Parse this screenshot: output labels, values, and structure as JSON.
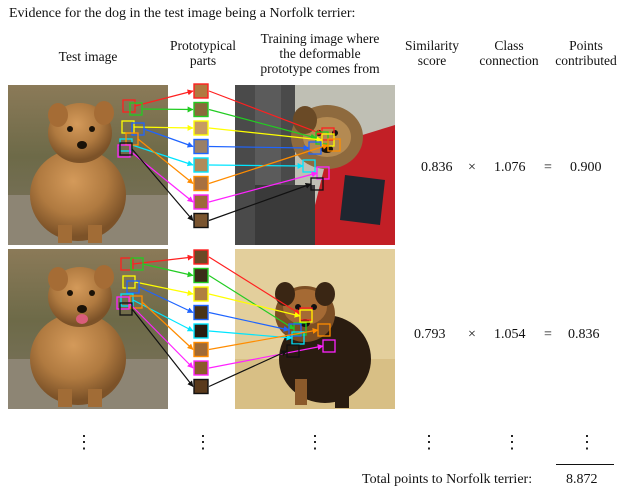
{
  "caption": "Evidence for the dog in the test image being a Norfolk terrier:",
  "headers": {
    "test_image": "Test image",
    "prototypical_parts": [
      "Prototypical",
      "parts"
    ],
    "training_image": [
      "Training image where",
      "the deformable",
      "prototype comes from"
    ],
    "similarity": [
      "Similarity",
      "score"
    ],
    "class_connection": [
      "Class",
      "connection"
    ],
    "points": [
      "Points",
      "contributed"
    ]
  },
  "rows": [
    {
      "similarity": "0.836",
      "times": "×",
      "connection": "1.076",
      "equals": "=",
      "points": "0.900"
    },
    {
      "similarity": "0.793",
      "times": "×",
      "connection": "1.054",
      "equals": "=",
      "points": "0.836"
    }
  ],
  "ellipsis": "⋮",
  "total_label": "Total points to Norfolk terrier:",
  "total_value": "8.872",
  "part_colors": [
    "#ff2020",
    "#22cc22",
    "#ffff00",
    "#1e64ff",
    "#00e5ff",
    "#ff8c00",
    "#ff22ff",
    "#111111"
  ]
}
